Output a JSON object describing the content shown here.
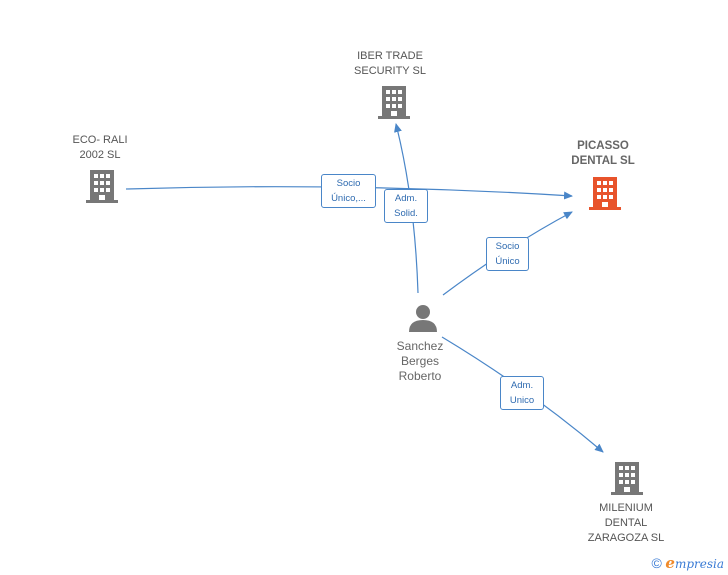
{
  "nodes": {
    "iber_trade": {
      "label_line1": "IBER TRADE",
      "label_line2": "SECURITY  SL",
      "icon": "building-icon",
      "color": "#777777"
    },
    "eco_rali": {
      "label_line1": "ECO- RALI",
      "label_line2": "2002  SL",
      "icon": "building-icon",
      "color": "#777777"
    },
    "picasso": {
      "label_line1": "PICASSO",
      "label_line2": "DENTAL SL",
      "icon": "building-icon",
      "color": "#e8532b"
    },
    "sanchez": {
      "label_line1": "Sanchez",
      "label_line2": "Berges",
      "label_line3": "Roberto",
      "icon": "person-icon",
      "color": "#777777"
    },
    "milenium": {
      "label_line1": "MILENIUM",
      "label_line2": "DENTAL",
      "label_line3": "ZARAGOZA SL",
      "icon": "building-icon",
      "color": "#777777"
    }
  },
  "edges": {
    "eco_to_picasso": {
      "line1": "Socio",
      "line2": "Único,..."
    },
    "sanchez_to_iber": {
      "line1": "Adm.",
      "line2": "Solid."
    },
    "sanchez_to_picasso": {
      "line1": "Socio",
      "line2": "Único"
    },
    "sanchez_to_milenium": {
      "line1": "Adm.",
      "line2": "Unico"
    }
  },
  "colors": {
    "edge": "#4a86c8"
  },
  "footer": {
    "copyright": "©",
    "brand_initial": "e",
    "brand_rest": "mpresia"
  }
}
